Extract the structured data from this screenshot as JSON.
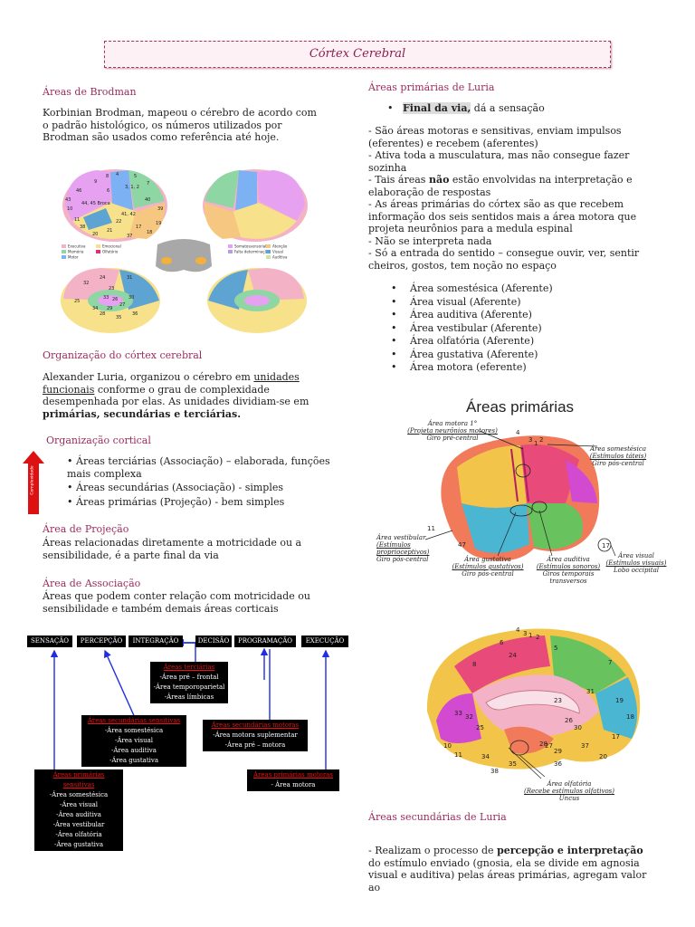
{
  "title": "Córtex Cerebral",
  "left": {
    "brodman_heading": "Áreas de Brodman",
    "brodman_text": "Korbinian Brodman, mapeou o cérebro de acordo com o padrão histológico, os números utilizados por Brodman são usados como referência até hoje.",
    "brodman_figure_labels": [
      "Executiva",
      "Memória",
      "Motor",
      "Emocional",
      "Olfatório",
      "Somatossensorial",
      "Falta determinação",
      "Atenção",
      "Visual",
      "Auditiva"
    ],
    "brodman_numbers": [
      "46",
      "10",
      "44, 45 Broca",
      "11",
      "9",
      "8",
      "4",
      "5",
      "6",
      "3, 1, 2",
      "7",
      "40",
      "39",
      "19",
      "18",
      "17",
      "22",
      "21",
      "20",
      "37",
      "38",
      "41, 42",
      "23",
      "24",
      "32",
      "31",
      "33",
      "25",
      "26",
      "27",
      "29",
      "30",
      "28",
      "34",
      "35",
      "36",
      "43"
    ],
    "org_heading": "Organização do córtex cerebral",
    "org_text_1": "Alexander Luria, organizou o cérebro em ",
    "org_text_u": "unidades funcionais",
    "org_text_2": " conforme o grau de complexidade desempenhada por elas. As unidades dividiam-se em ",
    "org_text_b": "primárias, secundárias e terciárias.",
    "cortical_heading": "Organização cortical",
    "arrow_label": "Complexidade",
    "cortical_items": [
      "Áreas terciárias (Associação) – elaborada, funções mais complexa",
      "Áreas secundárias (Associação) - simples",
      "Áreas primárias (Projeção) - bem simples"
    ],
    "projecao_heading": "Área de Projeção",
    "projecao_text": "Áreas relacionadas diretamente a motricidade ou a sensibilidade, é a parte final da via",
    "associacao_heading": "Área de Associação",
    "associacao_text": "Áreas que podem conter relação com motricidade ou sensibilidade e também demais áreas corticais"
  },
  "flow": {
    "top": [
      "SENSAÇÃO",
      "PERCEPÇÃO",
      "INTEGRAÇÃO",
      "DECISÃO",
      "PROGRAMAÇÃO",
      "EXECUÇÃO"
    ],
    "terciarias": {
      "title": "Áreas terciárias",
      "items": [
        "-Área pré – frontal",
        "-Área temporoparietal",
        "-Áreas límbicas"
      ]
    },
    "sec_sensitivas": {
      "title": "Áreas secundárias sensitivas",
      "items": [
        "-Área somestésica",
        "-Área visual",
        "-Área auditiva",
        "-Área gustativa"
      ]
    },
    "sec_motoras": {
      "title": "Áreas secundárias motoras",
      "items": [
        "-Área motora suplementar",
        "-Área pré – motora"
      ]
    },
    "prim_sensitivas": {
      "title": "Áreas primárias sensitivas",
      "items": [
        "-Área somestésica",
        "-Área visual",
        "-Área auditiva",
        "-Área vestibular",
        "-Área olfatória",
        "-Área gustativa"
      ]
    },
    "prim_motoras": {
      "title": "Áreas primárias motoras",
      "items": [
        "- Área motora"
      ]
    }
  },
  "right": {
    "luria_heading": "Áreas primárias de Luria",
    "final_via_b": "Final da via,",
    "final_via_rest": " dá a sensação",
    "luria_lines": [
      "- São áreas motoras e sensitivas, enviam impulsos (eferentes) e recebem (aferentes)",
      "- Ativa toda a musculatura, mas não consegue fazer sozinha"
    ],
    "nao_pre": "- Tais áreas ",
    "nao_b": "não",
    "nao_post": " estão envolvidas na interpretação e elaboração de respostas",
    "luria_lines_2": [
      "- As áreas primárias do córtex são as que recebem informação dos seis sentidos mais a área motora que projeta neurônios para a medula espinal",
      "- Não se interpreta nada",
      "- Só a entrada do sentido – consegue ouvir, ver, sentir cheiros, gostos, tem noção no espaço"
    ],
    "areas_list": [
      "Área somestésica (Aferente)",
      "Área visual (Aferente)",
      "Área auditiva (Aferente)",
      "Área vestibular (Aferente)",
      "Área olfatória (Aferente)",
      "Área gustativa (Aferente)",
      "Área motora (eferente)"
    ],
    "fig1": {
      "title": "Áreas primárias",
      "motora": [
        "Área motora 1°",
        "(Projeta neurônios motores)",
        "Giro pré-central"
      ],
      "somestesica": [
        "Área somestésica",
        "(Estímulos táteis)",
        "Giro pós-central"
      ],
      "vestibular": [
        "Área vestibular",
        "(Estímulos",
        "proprioceptivos)",
        "Giro pós-central"
      ],
      "gustativa": [
        "Área gustativa",
        "(Estímulos gustativos)",
        "Giro pós-central"
      ],
      "auditiva": [
        "Área auditiva",
        "(Estímulos sonoros)",
        "Giros temporais transversos"
      ],
      "visual": [
        "Área visual",
        "(Estímulos visuais)",
        "Lobo occipital"
      ],
      "numbers": [
        "4",
        "3",
        "1",
        "2",
        "11",
        "47",
        "17"
      ]
    },
    "fig2": {
      "olfatoria": [
        "Área olfatória",
        "(Recebe estímulos olfativos)",
        "Uncus"
      ],
      "numbers": [
        "4",
        "3",
        "1",
        "2",
        "5",
        "7",
        "6",
        "31",
        "19",
        "18",
        "17",
        "33",
        "26",
        "30",
        "27",
        "29",
        "28",
        "34",
        "37",
        "10",
        "11",
        "38",
        "8",
        "24",
        "32",
        "23",
        "25",
        "35",
        "36",
        "20"
      ]
    },
    "sec_heading": "Áreas secundárias de Luria",
    "sec_pre": "- Realizam o processo de ",
    "sec_b": "percepção e interpretação",
    "sec_post": " do estímulo enviado (gnosia, ela se divide em agnosia visual e auditiva) pelas áreas primárias, agregam valor ao"
  },
  "colors": {
    "heading": "#9b2b5d",
    "title_border": "#a0385c",
    "arrow": "#d11",
    "flow_line": "#1e2ee0",
    "flow_red": "#e11"
  }
}
